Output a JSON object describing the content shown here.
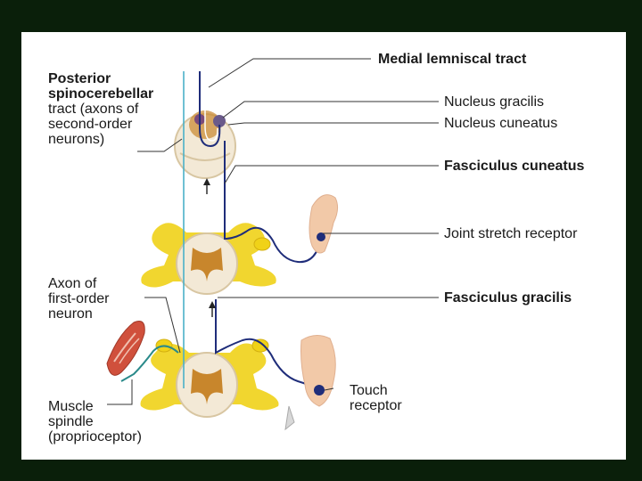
{
  "colors": {
    "background": "#0a1f0a",
    "slide": "#ffffff",
    "gray_matter": "#c8862c",
    "white_matter": "#f3e9d6",
    "ganglion": "#f0d218",
    "tract_dark": "#1f2d7a",
    "tract_light": "#4bb0c8",
    "skin": "#f2c9a8",
    "muscle": "#d0503c"
  },
  "labels": {
    "medial_lemniscal": "Medial lemniscal tract",
    "nucleus_gracilis": "Nucleus gracilis",
    "nucleus_cuneatus": "Nucleus cuneatus",
    "fasciculus_cuneatus": "Fasciculus cuneatus",
    "joint_stretch_receptor": "Joint stretch receptor",
    "fasciculus_gracilis": "Fasciculus gracilis",
    "touch_receptor": [
      "Touch",
      "receptor"
    ],
    "posterior_spinocerebellar": [
      "Posterior",
      "spinocerebellar",
      "tract (axons of",
      "second-order",
      "neurons)"
    ],
    "axon_first_order": [
      "Axon of",
      "first-order",
      "neuron"
    ],
    "muscle_spindle": [
      "Muscle",
      "spindle",
      "(proprioceptor)"
    ]
  }
}
